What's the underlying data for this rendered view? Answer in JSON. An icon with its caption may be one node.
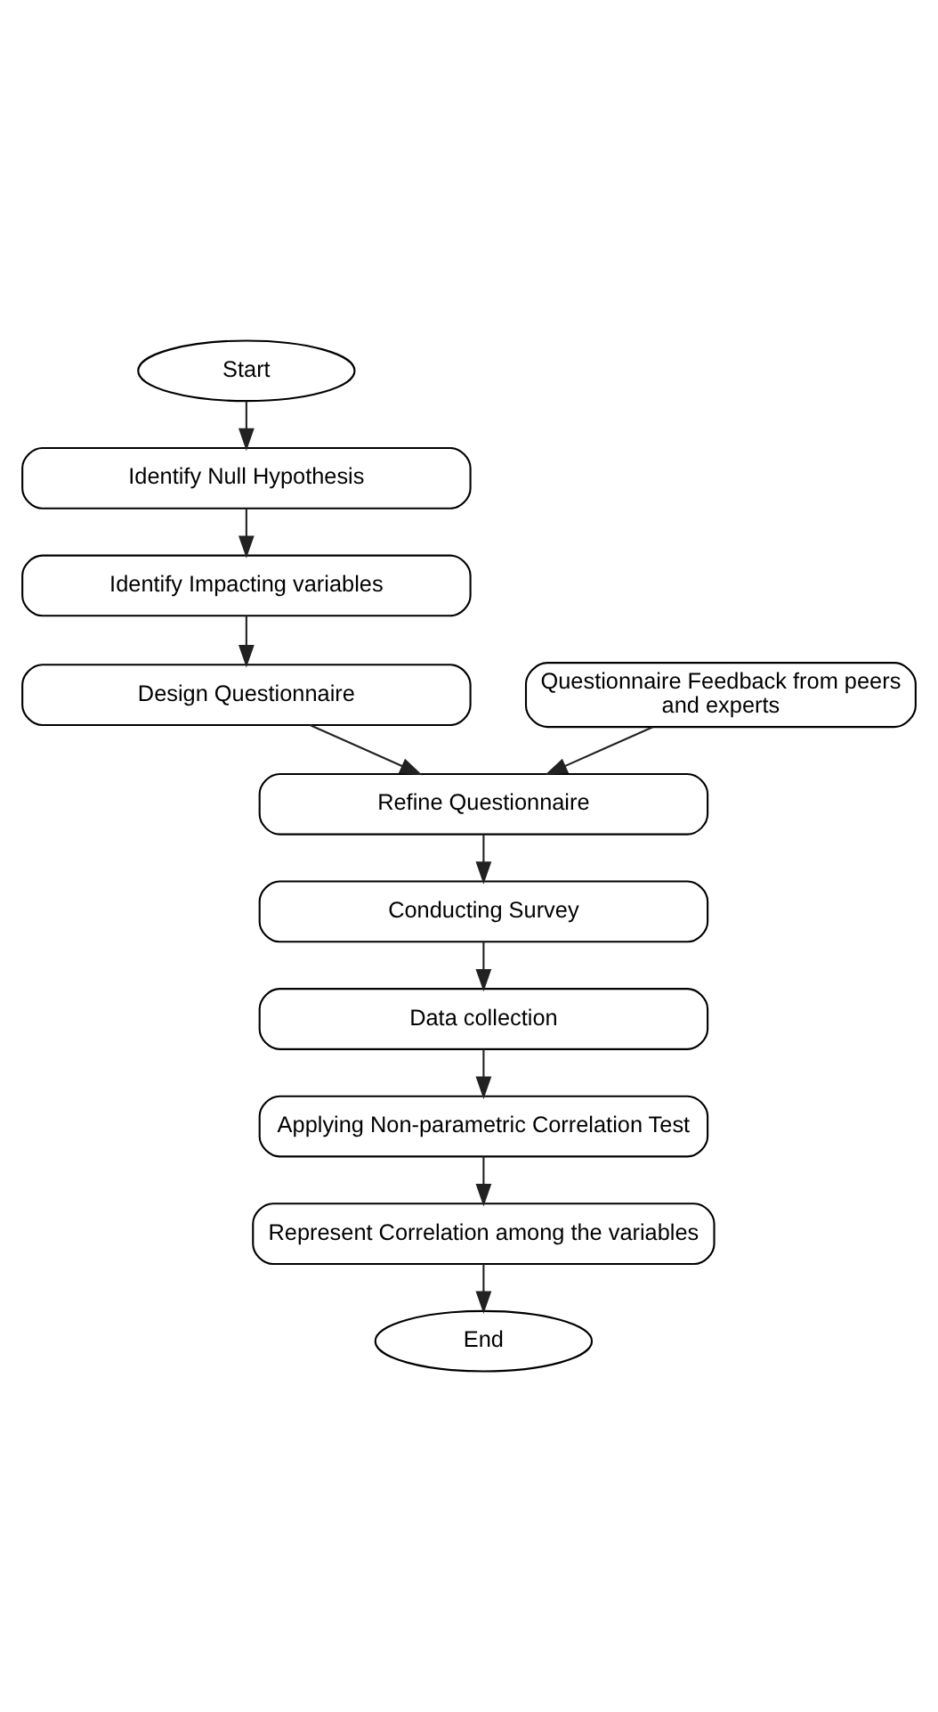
{
  "diagram": {
    "nodes": [
      {
        "text": [
          "Start"
        ]
      },
      {
        "text": [
          "Identify Null Hypothesis"
        ]
      },
      {
        "text": [
          "Identify Impacting variables"
        ]
      },
      {
        "text": [
          "Design Questionnaire"
        ]
      },
      {
        "text": [
          "Questionnaire Feedback from peers and experts"
        ]
      },
      {
        "text": [
          "Refine Questionnaire"
        ]
      },
      {
        "text": [
          "Conducting Survey"
        ]
      },
      {
        "text": [
          "Data collection"
        ]
      },
      {
        "text": [
          "Applying Non-parametric Correlation Test"
        ]
      },
      {
        "text": [
          "Represent Correlation among the variables"
        ]
      },
      {
        "text": [
          "End"
        ]
      }
    ],
    "edges": [
      {
        "from": 0,
        "to": 1,
        "arrow": "to"
      },
      {
        "from": 1,
        "to": 2,
        "arrow": "to"
      },
      {
        "from": 2,
        "to": 3,
        "arrow": "to"
      },
      {
        "from": 3,
        "to": 5,
        "arrow": "to"
      },
      {
        "from": 4,
        "to": 5,
        "arrow": "to"
      },
      {
        "from": 5,
        "to": 6,
        "arrow": "to"
      },
      {
        "from": 6,
        "to": 7,
        "arrow": "to"
      },
      {
        "from": 7,
        "to": 8,
        "arrow": "to"
      },
      {
        "from": 8,
        "to": 9,
        "arrow": "to"
      },
      {
        "from": 9,
        "to": 10,
        "arrow": "to"
      }
    ]
  }
}
